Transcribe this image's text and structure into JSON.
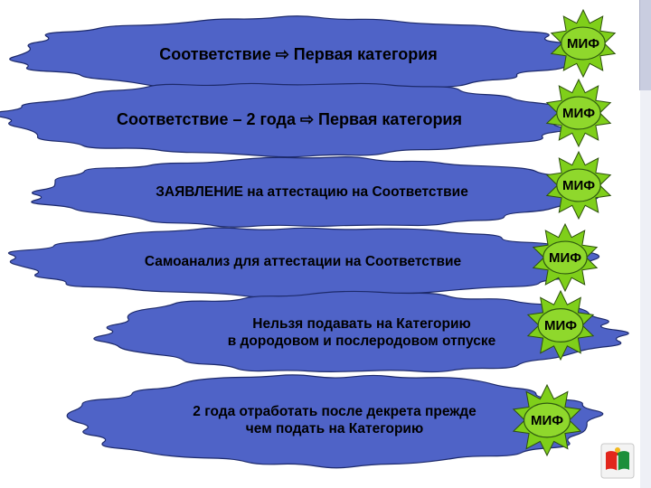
{
  "colors": {
    "cloud_fill": "#4f63c7",
    "cloud_stroke": "#1d2a6b",
    "burst_fill": "#7fcf1a",
    "burst_center": "#8fd82c",
    "burst_stroke": "#2c4f0c",
    "ray_dark": "#2f5a10"
  },
  "slide": {
    "rows": [
      {
        "text": "Соответствие ⇨ Первая категория",
        "badge": "МИФ"
      },
      {
        "text": "Соответствие – 2 года ⇨ Первая категория",
        "badge": "МИФ"
      },
      {
        "text": "ЗАЯВЛЕНИЕ на аттестацию на Соответствие",
        "badge": "МИФ"
      },
      {
        "text": "Самоанализ для аттестации на Соответствие",
        "badge": "МИФ"
      },
      {
        "text": "Нельзя подавать на Категорию\nв дородовом и послеродовом отпуске",
        "badge": "МИФ"
      },
      {
        "text": "2 года отработать после декрета прежде\nчем подать на Категорию",
        "badge": "МИФ"
      }
    ]
  },
  "icons": {
    "logo": "book-logo-icon"
  }
}
